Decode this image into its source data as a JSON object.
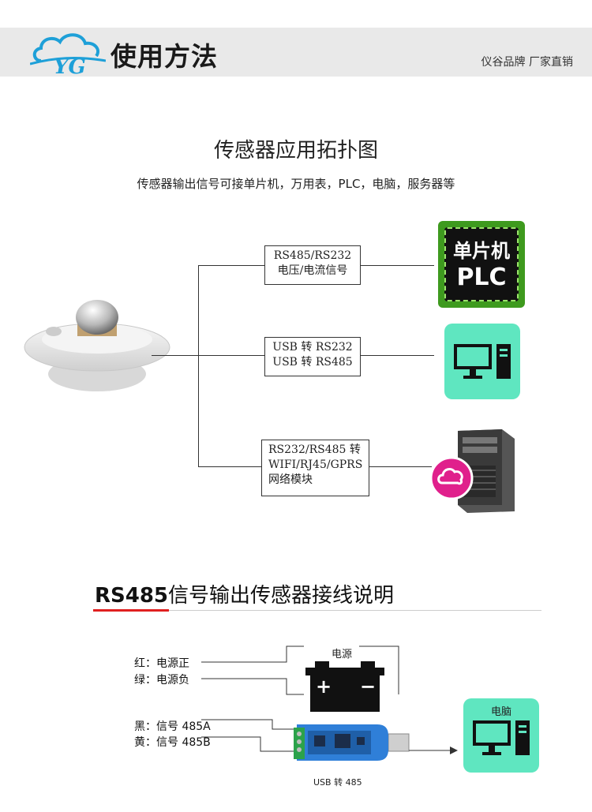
{
  "header": {
    "title": "使用方法",
    "tagline": "仪谷品牌  厂家直销",
    "logo_text": "YG"
  },
  "topology": {
    "title": "传感器应用拓扑图",
    "subtitle": "传感器输出信号可接单片机，万用表，PLC，电脑，服务器等",
    "boxes": [
      {
        "line1": "RS485/RS232",
        "line2": "电压/电流信号",
        "line3": ""
      },
      {
        "line1": "USB 转 RS232",
        "line2": "USB 转 RS485",
        "line3": ""
      },
      {
        "line1": "RS232/RS485 转",
        "line2": "WIFI/RJ45/GPRS",
        "line3": "网络模块"
      }
    ],
    "chip": {
      "line1": "单片机",
      "line2": "PLC"
    }
  },
  "wiring": {
    "title_bold": "RS485",
    "title_rest": "信号输出传感器接线说明",
    "labels": [
      "红：电源正",
      "绿：电源负",
      "黑：信号 485A",
      "黄：信号 485B"
    ],
    "power_label": "电源",
    "battery_plus": "+",
    "battery_minus": "−",
    "usb_label": "USB 转 485",
    "computer_label": "电脑"
  },
  "colors": {
    "accent_red": "#e02020",
    "tile_green": "#5fe6c0",
    "chip_green": "#4caf2a",
    "cloud_pink": "#e0208c"
  }
}
